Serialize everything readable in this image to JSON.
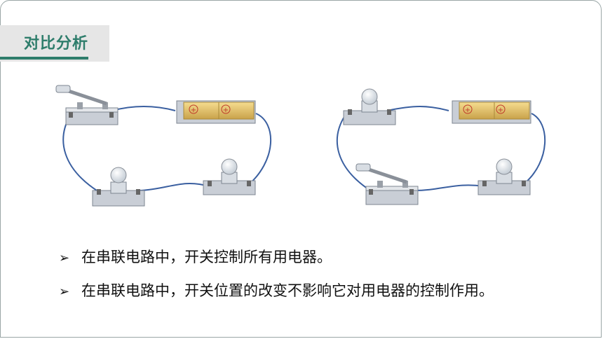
{
  "slide": {
    "title": "对比分析",
    "bullets": [
      {
        "marker": "➢",
        "text": "在串联电路中，开关控制所有用电器。"
      },
      {
        "marker": "➢",
        "text": "在串联电路中，开关位置的改变不影响它对用电器的控制作用。"
      }
    ]
  },
  "colors": {
    "accent": "#2e7d6b",
    "wire": "#3a5fa0",
    "battery": "#e8c56a",
    "base": "#c9ced6"
  }
}
